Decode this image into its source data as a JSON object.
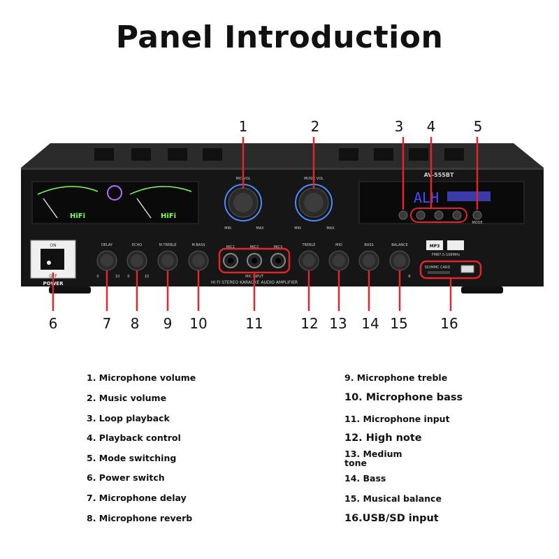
{
  "title": "Panel Introduction",
  "panel": {
    "model": "AV-555BT",
    "display_text": "ALH",
    "vu_label_left": "HiFi",
    "vu_label_right": "HiFi",
    "mic_vol": "MIC VOL",
    "music_vol": "MUSIC VOL",
    "min": "MIN",
    "max": "MAX",
    "power_on": "ON",
    "power_off": "OFF",
    "power_label": "POWER",
    "knob_labels": [
      "DELAY",
      "ECHO",
      "M.TREBLE",
      "M.BASS",
      "TREBLE",
      "MID",
      "BASS",
      "BALANCE"
    ],
    "mic_jacks": [
      "MIC1",
      "MIC2",
      "MIC3"
    ],
    "mic_input": "MIC INPUT",
    "banner": "HI FI STEREO KARAOKE AUDIO AMPLIFIER",
    "mode": "MODE",
    "mp3": "MP3",
    "fm": "FM87.5-108MHz",
    "sd_card": "SD/MMC CARD",
    "scale_zero": "0",
    "scale_ten": "10",
    "scale_r": "R"
  },
  "callout_numbers": [
    "1",
    "2",
    "3",
    "4",
    "5",
    "6",
    "7",
    "8",
    "9",
    "10",
    "11",
    "12",
    "13",
    "14",
    "15",
    "16"
  ],
  "legend": {
    "left": [
      "1. Microphone volume",
      "2. Music volume",
      "3. Loop playback",
      "4. Playback control",
      "5. Mode switching",
      "6. Power switch",
      "7. Microphone delay",
      "8. Microphone reverb"
    ],
    "right": [
      "9. Microphone treble",
      "10. Microphone bass",
      "11. Microphone input",
      "12. High note",
      "13. Medium tone",
      "14. Bass",
      "15. Musical balance",
      "16.USB/SD input"
    ]
  },
  "colors": {
    "chassis": "#161616",
    "top_cover": "#2b2b2b",
    "highlight": "#e3242b",
    "vu_green": "#7dff5a",
    "display_blue": "#4a4aff",
    "knob_ring": "#4a8cff"
  }
}
